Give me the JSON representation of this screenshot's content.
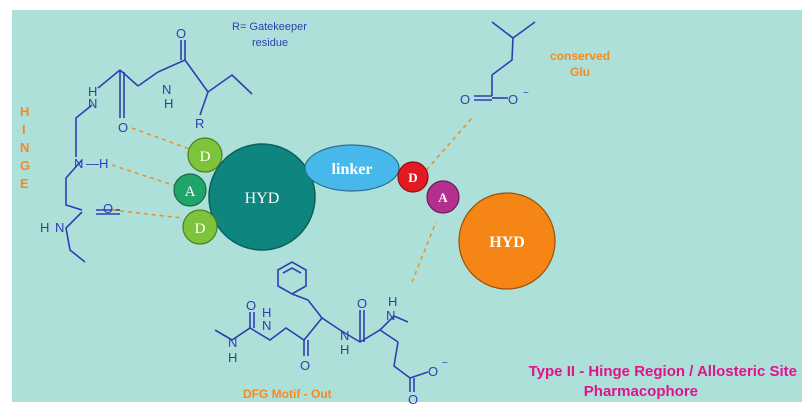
{
  "colors": {
    "background": "#aee0da",
    "molecule": "#2e3fb0",
    "orange": "#f58a1f",
    "dashed": "#f0902a",
    "title": "#e0128c",
    "hyd_main": "#0f8580",
    "donor_green": "#7dc43c",
    "acceptor_green": "#1fa56a",
    "linker": "#47b8ea",
    "donor_red": "#e21b23",
    "acceptor_magenta": "#b4308f",
    "hyd_orange": "#f58515"
  },
  "labels": {
    "gatekeeper_line1": "R= Gatekeeper",
    "gatekeeper_line2": "residue",
    "hinge_letters": [
      "H",
      "I",
      "N",
      "G",
      "E"
    ],
    "conserved_line1": "conserved",
    "conserved_line2": "Glu",
    "dfg": "DFG Motif - Out",
    "title_line1": "Type II - Hinge Region / Allosteric Site",
    "title_line2": "Pharmacophore"
  },
  "nodes": {
    "donor_top": "D",
    "acceptor_mid": "A",
    "donor_bottom": "D",
    "hyd_main": "HYD",
    "linker": "linker",
    "donor_red": "D",
    "acceptor_magenta": "A",
    "hyd_orange": "HYD"
  },
  "atoms": {
    "O": "O",
    "N": "N",
    "H": "H",
    "NH": "N",
    "H_dash": "—H",
    "R": "R",
    "minus": "−"
  }
}
